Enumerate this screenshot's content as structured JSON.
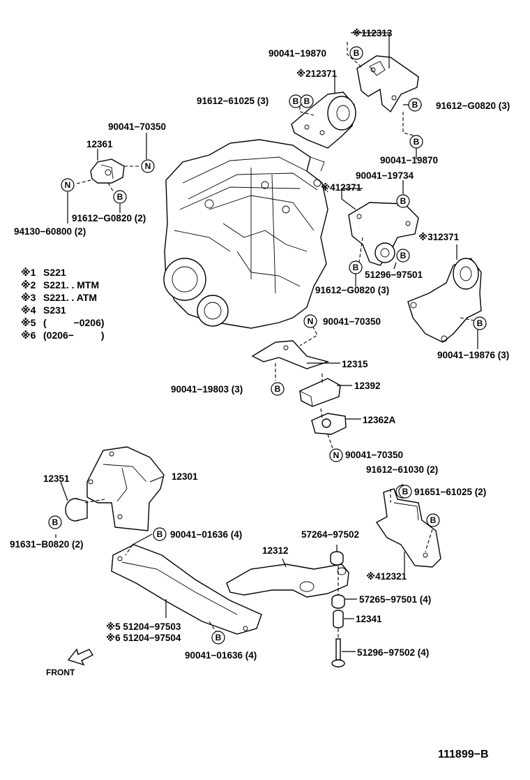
{
  "callouts": {
    "p112313": "※112313",
    "p90041_19870_top": "90041−19870",
    "p212371": "※212371",
    "p91612_61025": "91612−61025 (3)",
    "p91612_G0820_a": "91612−G0820 (3)",
    "p90041_19870_b": "90041−19870",
    "p90041_19734": "90041−19734",
    "p412371": "※412371",
    "p90041_70350_a": "90041−70350",
    "p12361": "12361",
    "p91612_G0820_2": "91612−G0820 (2)",
    "p94130": "94130−60800 (2)",
    "p312371": "※312371",
    "p51296_97501": "51296−97501",
    "p91612_G0820_b": "91612−G0820 (3)",
    "p90041_19876": "90041−19876 (3)",
    "p90041_70350_b": "90041−70350",
    "p12315": "12315",
    "p90041_19803": "90041−19803 (3)",
    "p12392": "12392",
    "p12362A": "12362A",
    "p90041_70350_c": "90041−70350",
    "p91612_61030": "91612−61030 (2)",
    "p91651_61025": "91651−61025 (2)",
    "p12351": "12351",
    "p12301": "12301",
    "p91631_B0820": "91631−B0820 (2)",
    "p90041_01636_a": "90041−01636 (4)",
    "p57264": "57264−97502",
    "p12312": "12312",
    "p412321": "※412321",
    "p57265": "57265−97501 (4)",
    "p12341": "12341",
    "p51204_97503": "※5  51204−97503",
    "p51204_97504": "※6  51204−97504",
    "p90041_01636_b": "90041−01636 (4)",
    "p51296_97502": "51296−97502 (4)"
  },
  "legend": [
    {
      "mark": "※1",
      "text": "S221"
    },
    {
      "mark": "※2",
      "text": "S221. . MTM"
    },
    {
      "mark": "※3",
      "text": "S221. . ATM"
    },
    {
      "mark": "※4",
      "text": "S231"
    },
    {
      "mark": "※5",
      "text": "(          −0206)"
    },
    {
      "mark": "※6",
      "text": "(0206−          )"
    }
  ],
  "markers": {
    "b": "B",
    "n": "N"
  },
  "front_label": "FRONT",
  "diagram_id": "111899−B"
}
